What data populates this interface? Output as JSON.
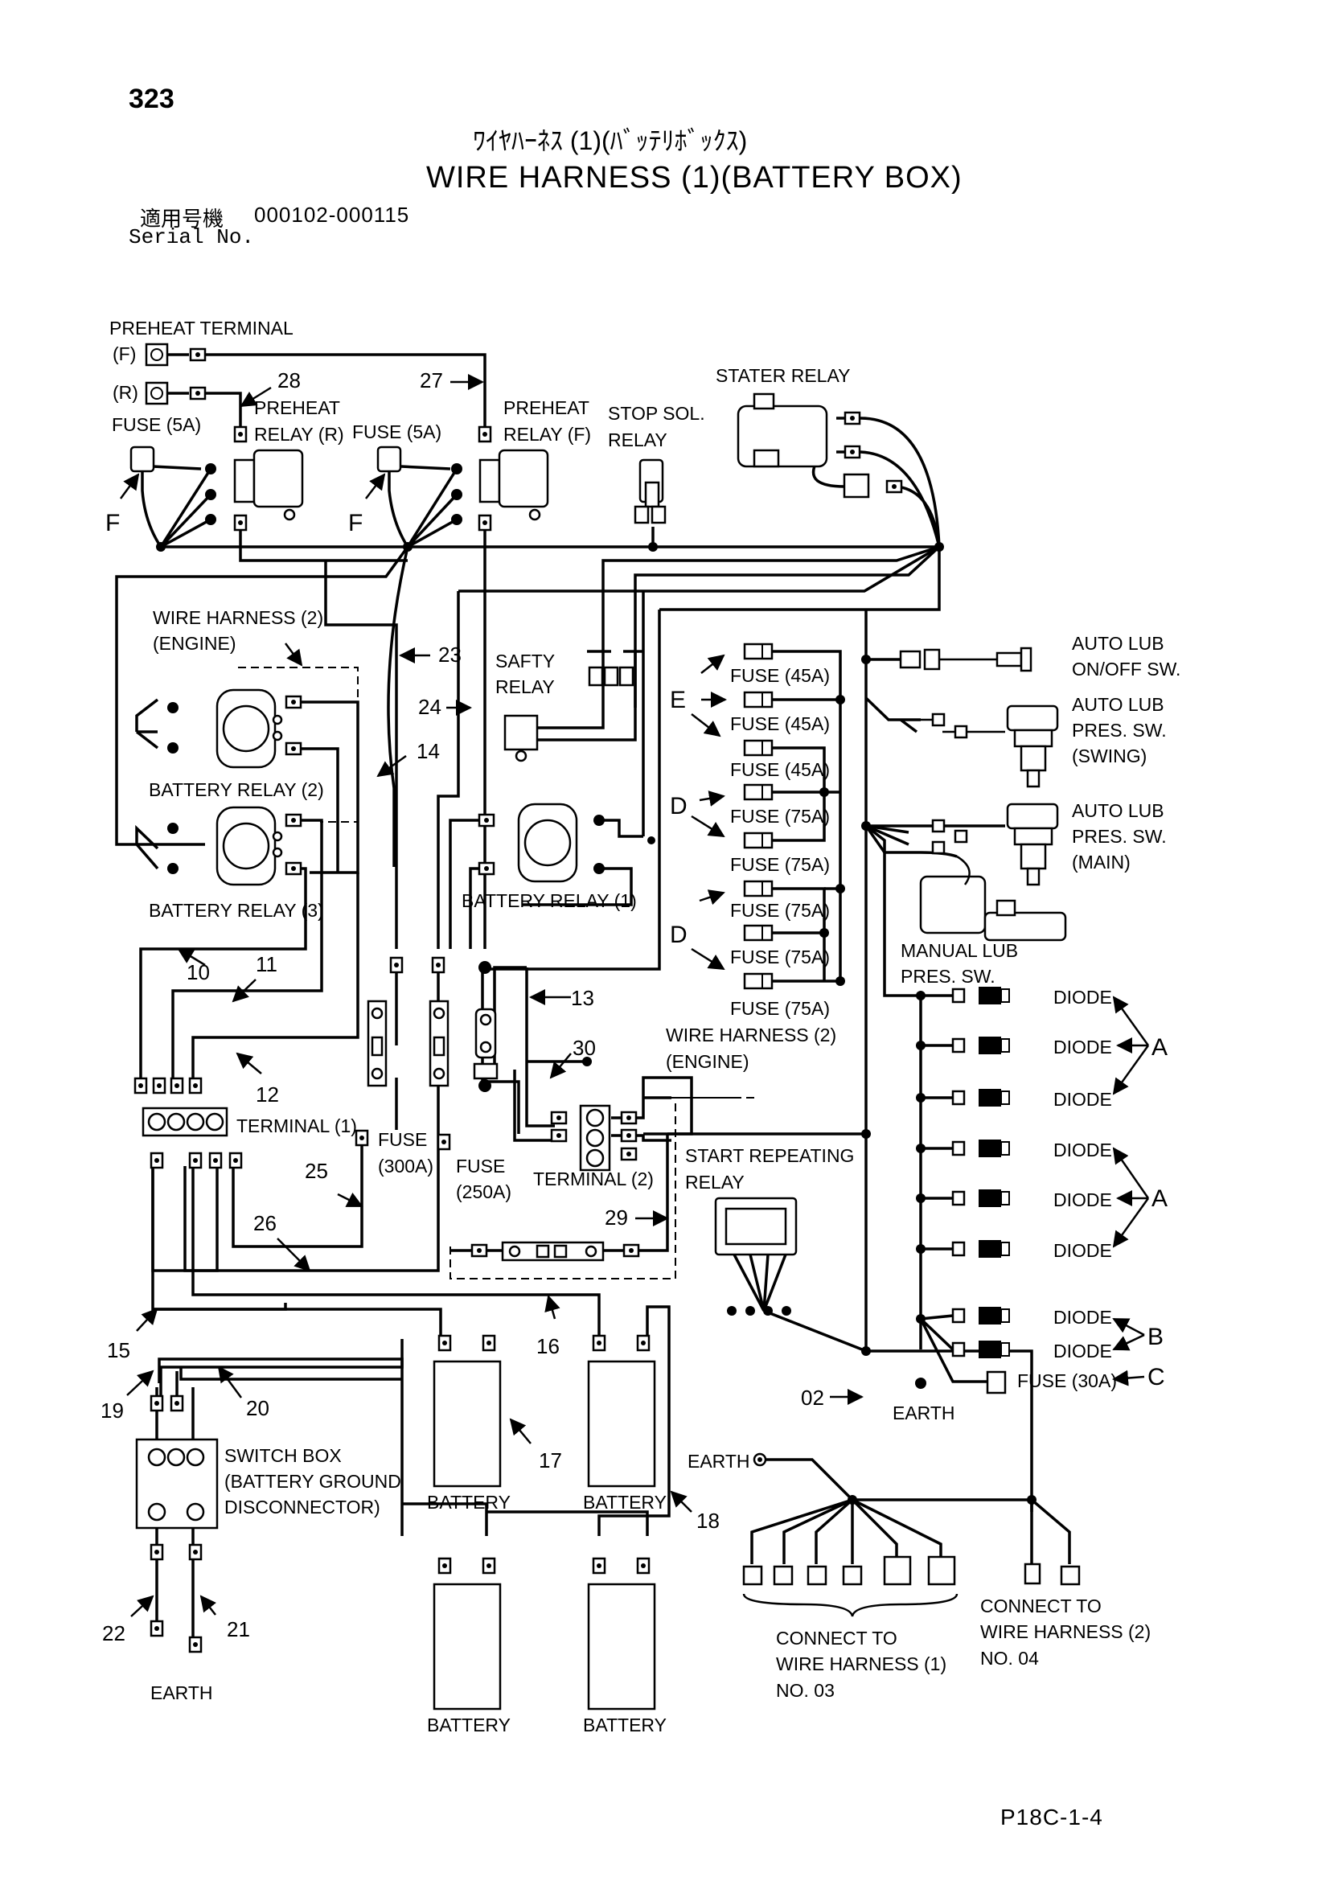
{
  "header": {
    "page_number": "323",
    "title_jp": "ﾜｲﾔﾊｰﾈｽ (1)(ﾊﾞｯﾃﾘﾎﾞｯｸｽ)",
    "title_en": "WIRE HARNESS (1)(BATTERY BOX)",
    "serial_label_jp": "適用号機",
    "serial_range": "000102-000115",
    "serial_label_en": "Serial No."
  },
  "labels": {
    "preheat_terminal": "PREHEAT TERMINAL",
    "pt_f": "(F)",
    "pt_r": "(R)",
    "fuse_5a_left": "FUSE (5A)",
    "fuse_5a_mid": "FUSE (5A)",
    "f_left": "F",
    "f_mid": "F",
    "preheat_relay_r_1": "PREHEAT",
    "preheat_relay_r_2": "RELAY (R)",
    "preheat_relay_f_1": "PREHEAT",
    "preheat_relay_f_2": "RELAY (F)",
    "stop_sol_1": "STOP SOL.",
    "stop_sol_2": "RELAY",
    "stater_relay": "STATER RELAY",
    "wh2_engine_1": "WIRE HARNESS (2)",
    "wh2_engine_2": "(ENGINE)",
    "battery_relay_2": "BATTERY RELAY (2)",
    "battery_relay_3": "BATTERY RELAY (3)",
    "battery_relay_1": "BATTERY RELAY (1)",
    "safty_relay_1": "SAFTY",
    "safty_relay_2": "RELAY",
    "terminal_1": "TERMINAL (1)",
    "terminal_2": "TERMINAL (2)",
    "fuse_300a_1": "FUSE",
    "fuse_300a_2": "(300A)",
    "fuse_250a_1": "FUSE",
    "fuse_250a_2": "(250A)",
    "wh2_engine_b_1": "WIRE HARNESS (2)",
    "wh2_engine_b_2": "(ENGINE)",
    "start_repeating_1": "START REPEATING",
    "start_repeating_2": "RELAY",
    "switch_box_1": "SWITCH BOX",
    "switch_box_2": "(BATTERY GROUND",
    "switch_box_3": "DISCONNECTOR)",
    "earth_left": "EARTH",
    "earth_mid": "EARTH",
    "earth_right": "EARTH",
    "battery_1": "BATTERY",
    "battery_2": "BATTERY",
    "battery_3": "BATTERY",
    "battery_4": "BATTERY",
    "connect_wh1_1": "CONNECT TO",
    "connect_wh1_2": "WIRE HARNESS (1)",
    "connect_wh1_3": "NO. 03",
    "connect_wh2_1": "CONNECT TO",
    "connect_wh2_2": "WIRE HARNESS (2)",
    "connect_wh2_3": "NO. 04",
    "auto_lub_onoff_1": "AUTO LUB",
    "auto_lub_onoff_2": "ON/OFF SW.",
    "auto_lub_swing_1": "AUTO LUB",
    "auto_lub_swing_2": "PRES. SW.",
    "auto_lub_swing_3": "(SWING)",
    "auto_lub_main_1": "AUTO LUB",
    "auto_lub_main_2": "PRES. SW.",
    "auto_lub_main_3": "(MAIN)",
    "manual_lub_1": "MANUAL LUB",
    "manual_lub_2": "PRES. SW.",
    "fuse_45a_1": "FUSE (45A)",
    "fuse_45a_2": "FUSE (45A)",
    "fuse_45a_3": "FUSE (45A)",
    "fuse_75a_1": "FUSE (75A)",
    "fuse_75a_2": "FUSE (75A)",
    "fuse_75a_3": "FUSE (75A)",
    "fuse_75a_4": "FUSE (75A)",
    "fuse_75a_5": "FUSE (75A)",
    "group_e": "E",
    "group_d1": "D",
    "group_d2": "D",
    "diode_1": "DIODE",
    "diode_2": "DIODE",
    "diode_3": "DIODE",
    "diode_4": "DIODE",
    "diode_5": "DIODE",
    "diode_6": "DIODE",
    "diode_7": "DIODE",
    "diode_8": "DIODE",
    "group_a1": "A",
    "group_a2": "A",
    "group_b": "B",
    "group_c": "C",
    "fuse_30a": "FUSE (30A)"
  },
  "callouts": {
    "n28": "28",
    "n27": "27",
    "n23": "23",
    "n24": "24",
    "n14": "14",
    "n10": "10",
    "n11": "11",
    "n12": "12",
    "n13": "13",
    "n30": "30",
    "n25": "25",
    "n26": "26",
    "n29": "29",
    "n15": "15",
    "n16": "16",
    "n17": "17",
    "n18": "18",
    "n19": "19",
    "n20": "20",
    "n21": "21",
    "n22": "22",
    "n02": "02"
  },
  "footer": {
    "drawing_code": "P18C-1-4"
  }
}
